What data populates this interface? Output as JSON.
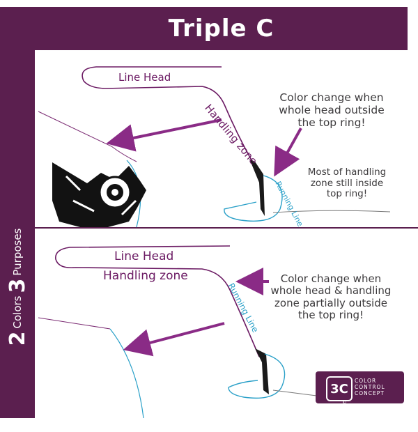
{
  "title": "Triple C",
  "side": {
    "num1": "2",
    "word1": "Colors",
    "num2": "3",
    "word2": "Purposes"
  },
  "top": {
    "line_head": "Line Head",
    "handling_zone": "Handling zone",
    "running_line": "Running Line",
    "note1": [
      "Color change when",
      "whole head outside",
      "the top ring!"
    ],
    "note2": [
      "Most of handling",
      "zone still inside",
      "top ring!"
    ]
  },
  "bottom": {
    "line_head": "Line Head",
    "handling_zone": "Handling zone",
    "running_line": "Running Line",
    "note": [
      "Color change when",
      "whole head & handling",
      "zone partially outside",
      "the top ring!"
    ]
  },
  "logo": {
    "mark": "3C",
    "lines": [
      "COLOR",
      "CONTROL",
      "CONCEPT"
    ],
    "copyright": "©"
  },
  "colors": {
    "purple": "#5b1f4f",
    "arrow": "#8a2b86",
    "line_blue": "#2aa0c8",
    "text_dark": "#3d3b3d"
  }
}
